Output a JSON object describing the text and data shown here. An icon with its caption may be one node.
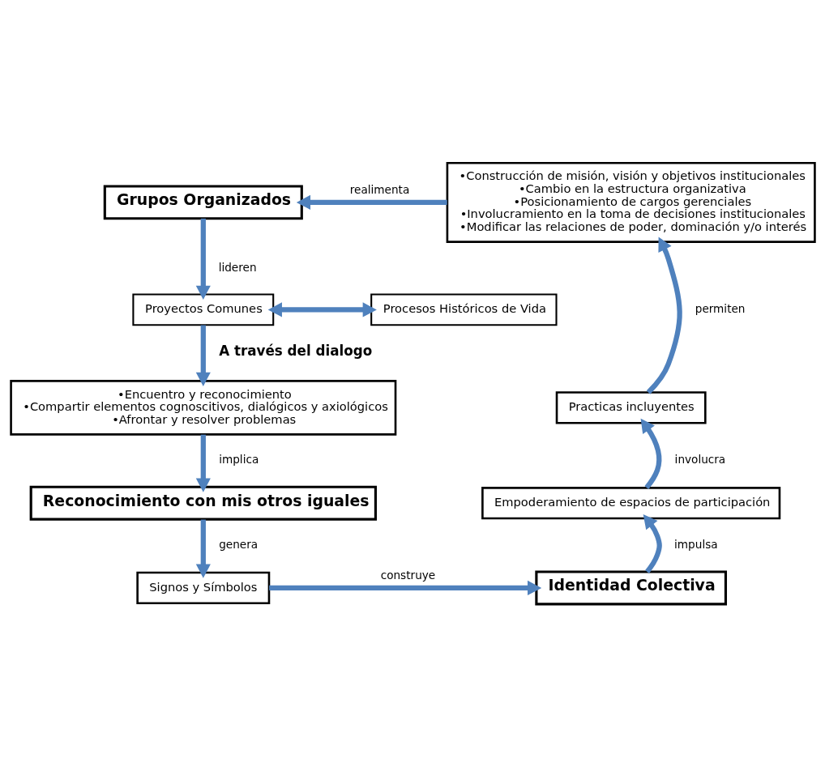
{
  "diagram": {
    "nodes": [
      {
        "text": [
          "Grupos Organizados"
        ]
      },
      {
        "text": [
          "Proyectos Comunes"
        ]
      },
      {
        "text": [
          "Procesos Históricos de Vida"
        ]
      },
      {
        "text": [
          "•Encuentro y reconocimiento",
          "•Compartir elementos cognoscitivos, dialógicos y axiológicos",
          "•Afrontar y resolver problemas"
        ]
      },
      {
        "text": [
          "Reconocimiento con mis otros iguales"
        ]
      },
      {
        "text": [
          "Signos y Símbolos"
        ]
      },
      {
        "text": [
          "Identidad Colectiva"
        ]
      },
      {
        "text": [
          "Empoderamiento de espacios de participación"
        ]
      },
      {
        "text": [
          "Practicas incluyentes"
        ]
      },
      {
        "text": [
          "•Construcción de misión, visión y objetivos institucionales",
          "•Cambio en la estructura organizativa",
          "•Posicionamiento de cargos gerenciales",
          "•Involucramiento en la toma de decisiones institucionales",
          "•Modificar las relaciones de poder, dominación y/o interés"
        ]
      }
    ],
    "edges": [
      {
        "from": 0,
        "to": 1,
        "arrow": "to",
        "label": "lideren"
      },
      {
        "from": 1,
        "to": 2,
        "arrow": "both"
      },
      {
        "from": 1,
        "to": 3,
        "arrow": "to",
        "label": "A través del dialogo"
      },
      {
        "from": 3,
        "to": 4,
        "arrow": "to",
        "label": "implica"
      },
      {
        "from": 4,
        "to": 5,
        "arrow": "to",
        "label": "genera"
      },
      {
        "from": 5,
        "to": 6,
        "arrow": "to",
        "label": "construye"
      },
      {
        "from": 6,
        "to": 7,
        "arrow": "to",
        "label": "impulsa"
      },
      {
        "from": 7,
        "to": 8,
        "arrow": "to",
        "label": "involucra"
      },
      {
        "from": 8,
        "to": 9,
        "arrow": "to",
        "label": "permiten"
      },
      {
        "from": 9,
        "to": 0,
        "arrow": "to",
        "label": "realimenta"
      }
    ]
  }
}
